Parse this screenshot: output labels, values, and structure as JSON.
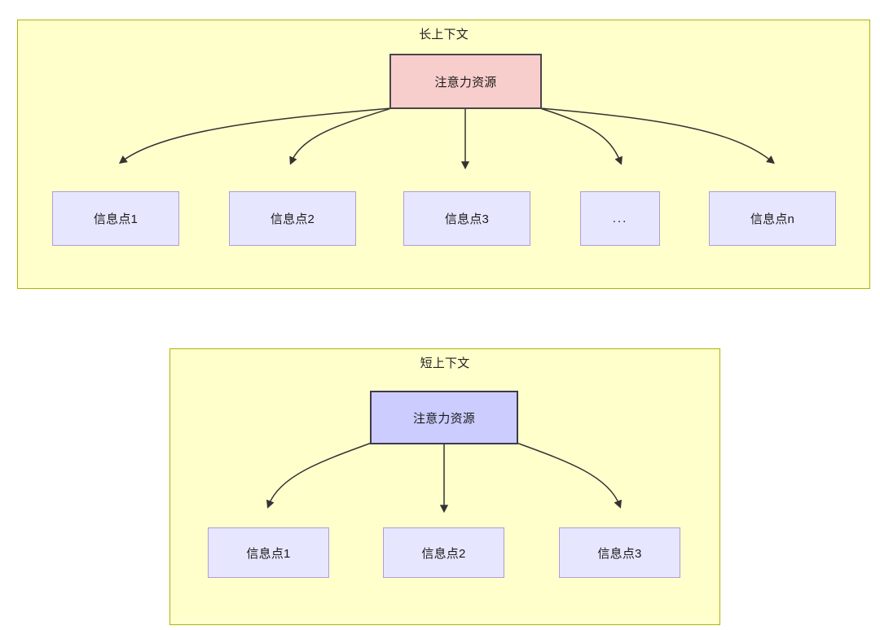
{
  "diagram": {
    "type": "flowchart",
    "background": "#ffffff",
    "colors": {
      "container_fill": "#ffffcc",
      "container_stroke": "#b3b300",
      "attention_long_fill": "#f8cecc",
      "attention_long_stroke": "#49454a",
      "attention_short_fill": "#ccccff",
      "attention_short_stroke": "#3b3b4a",
      "info_fill": "#e6e6ff",
      "info_stroke": "#b19cd9",
      "edge_stroke": "#333333"
    },
    "groups": [
      {
        "id": "long-context",
        "title": "长上下文",
        "root": {
          "label": "注意力资源"
        },
        "children": [
          {
            "label": "信息点1"
          },
          {
            "label": "信息点2"
          },
          {
            "label": "信息点3"
          },
          {
            "label": "..."
          },
          {
            "label": "信息点n"
          }
        ]
      },
      {
        "id": "short-context",
        "title": "短上下文",
        "root": {
          "label": "注意力资源"
        },
        "children": [
          {
            "label": "信息点1"
          },
          {
            "label": "信息点2"
          },
          {
            "label": "信息点3"
          }
        ]
      }
    ]
  }
}
